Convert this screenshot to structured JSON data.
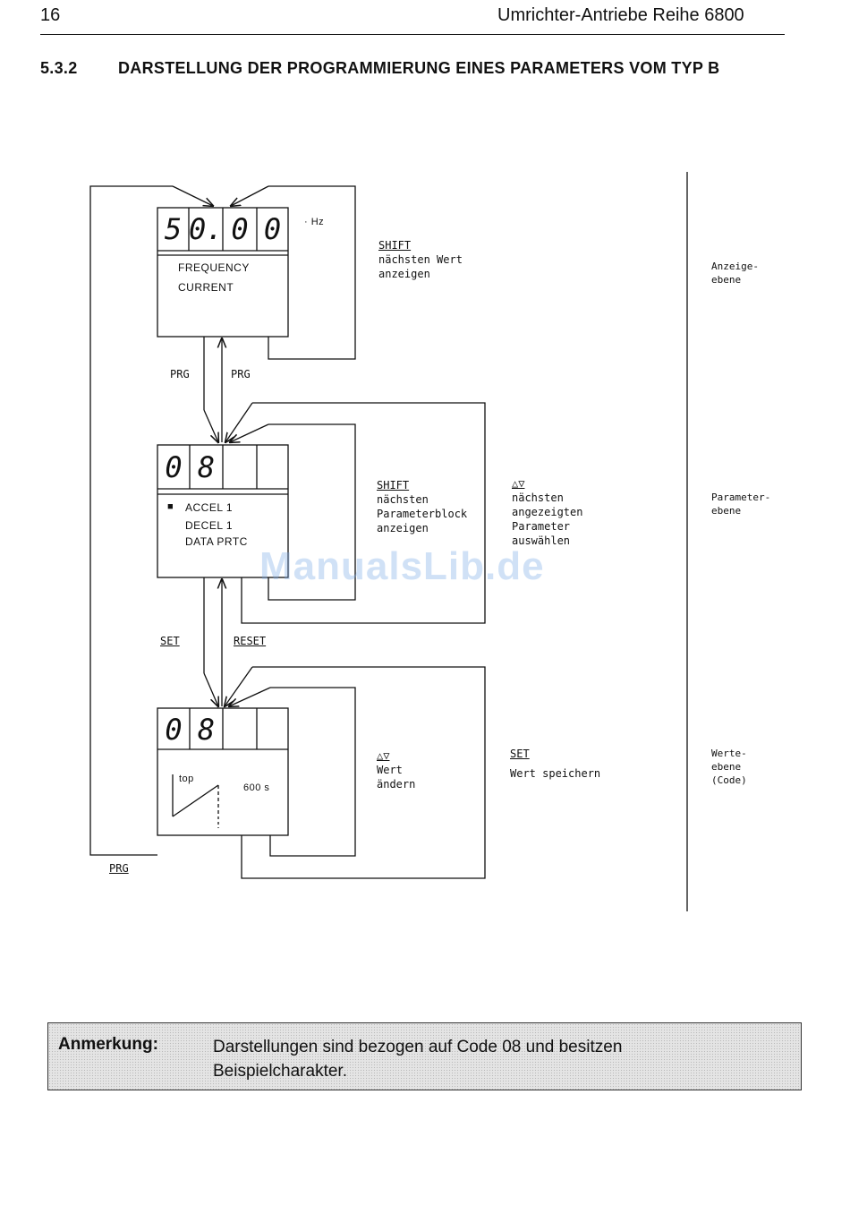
{
  "header": {
    "page_number": "16",
    "title": "Umrichter-Antriebe Reihe 6800"
  },
  "section": {
    "number": "5.3.2",
    "title": "DARSTELLUNG DER PROGRAMMIERUNG EINES PARAMETERS VOM TYP B"
  },
  "panel1": {
    "digits": [
      "5",
      "0.",
      "0",
      "0"
    ],
    "unit": "· Hz",
    "lines": [
      "FREQUENCY",
      "CURRENT"
    ]
  },
  "panel2": {
    "digits": [
      "0",
      "8"
    ],
    "bullet": "■",
    "lines": [
      "ACCEL 1",
      "DECEL 1",
      "DATA PRTC"
    ]
  },
  "panel3": {
    "digits": [
      "0",
      "8"
    ],
    "graph_label": "top",
    "graph_value": "600 s"
  },
  "arrows": {
    "prg_down": "PRG",
    "prg_up": "PRG",
    "set": "SET",
    "reset": "RESET",
    "prg_bottom": "PRG"
  },
  "annotations": {
    "display_shift": {
      "key": "SHIFT",
      "line1": "nächsten Wert",
      "line2": "anzeigen"
    },
    "param_shift": {
      "key": "SHIFT",
      "line1": "nächsten",
      "line2": "Parameterblock",
      "line3": "anzeigen"
    },
    "param_updown": {
      "key": "△▽",
      "line1": "nächsten",
      "line2": "angezeigten",
      "line3": "Parameter",
      "line4": "auswählen"
    },
    "value_updown": {
      "key": "△▽",
      "line1": "Wert",
      "line2": "ändern"
    },
    "value_set": {
      "key": "SET",
      "line1": "Wert speichern"
    }
  },
  "levels": {
    "display": {
      "line1": "Anzeige-",
      "line2": "ebene"
    },
    "parameter": {
      "line1": "Parameter-",
      "line2": "ebene"
    },
    "value": {
      "line1": "Werte-",
      "line2": "ebene",
      "line3": "(Code)"
    }
  },
  "watermark": "ManualsLib.de",
  "note": {
    "label": "Anmerkung:",
    "text_line1": "Darstellungen sind bezogen auf Code 08 und besitzen",
    "text_line2": "Beispielcharakter."
  }
}
